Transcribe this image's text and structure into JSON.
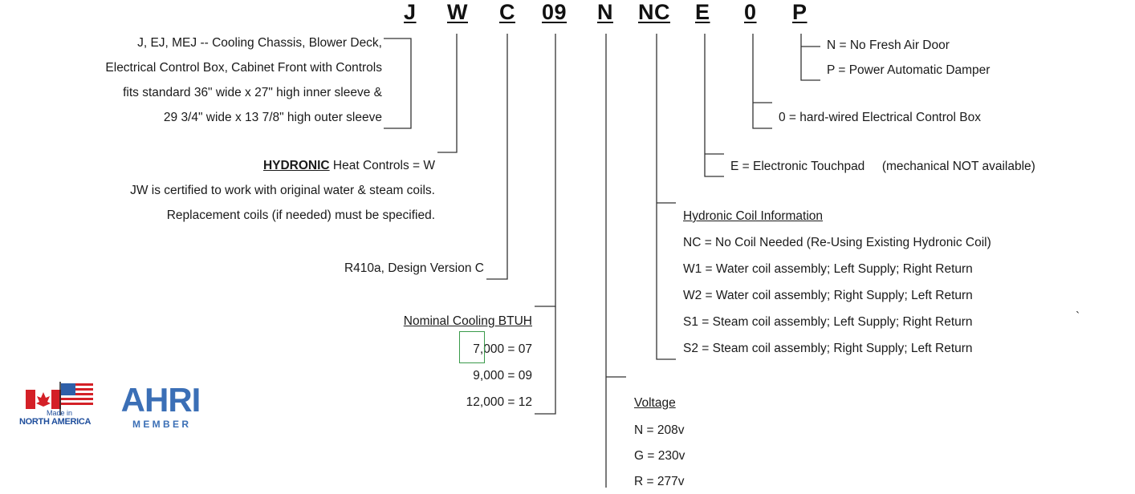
{
  "model_code": {
    "segments": [
      "J",
      "W",
      "C",
      "09",
      "N",
      "NC",
      "E",
      "0",
      "P"
    ]
  },
  "chassis": {
    "lines": [
      "J, EJ, MEJ -- Cooling Chassis, Blower Deck,",
      "Electrical Control Box, Cabinet Front with Controls",
      "fits standard 36\" wide x 27\" high inner sleeve &",
      "29 3/4\" wide x 13 7/8\" high outer sleeve"
    ]
  },
  "hydronic": {
    "emphasis": "HYDRONIC",
    "rest": " Heat Controls = W",
    "note1": "JW is certified to work with original water & steam coils.",
    "note2": "Replacement coils (if needed) must be specified."
  },
  "design": {
    "text": "R410a, Design Version C"
  },
  "btuh": {
    "title": "Nominal Cooling BTUH",
    "rows": [
      {
        "prefix": "7,",
        "rest": "000 = 07"
      },
      {
        "text": "9,000 = 09"
      },
      {
        "text": "12,000 = 12"
      }
    ]
  },
  "voltage": {
    "title": "Voltage",
    "rows": [
      "N = 208v",
      "G = 230v",
      "R = 277v"
    ]
  },
  "coil": {
    "title": "Hydronic Coil Information",
    "rows": [
      "NC = No Coil Needed (Re-Using Existing Hydronic Coil)",
      "W1 = Water coil assembly; Left Supply; Right Return",
      "W2 = Water coil assembly; Right Supply; Left Return",
      "S1 = Steam coil assembly; Left Supply; Right Return",
      "S2 = Steam coil assembly; Right Supply; Left Return"
    ],
    "stray_mark": "`"
  },
  "touchpad": {
    "text": "E = Electronic Touchpad     (mechanical NOT available)"
  },
  "control_box": {
    "text": "0 = hard-wired Electrical Control Box"
  },
  "damper": {
    "lines": [
      "N = No Fresh Air Door",
      "P = Power Automatic Damper"
    ]
  },
  "logos": {
    "made_in_small": "Made in",
    "made_in_big": "NORTH AMERICA",
    "ahri": "AHRI",
    "member": "M E M B E R",
    "colors": {
      "red": "#d42027",
      "blue": "#2f5fa8",
      "ahri_blue": "#3b6fb6",
      "green": "#3a9a4a"
    }
  }
}
